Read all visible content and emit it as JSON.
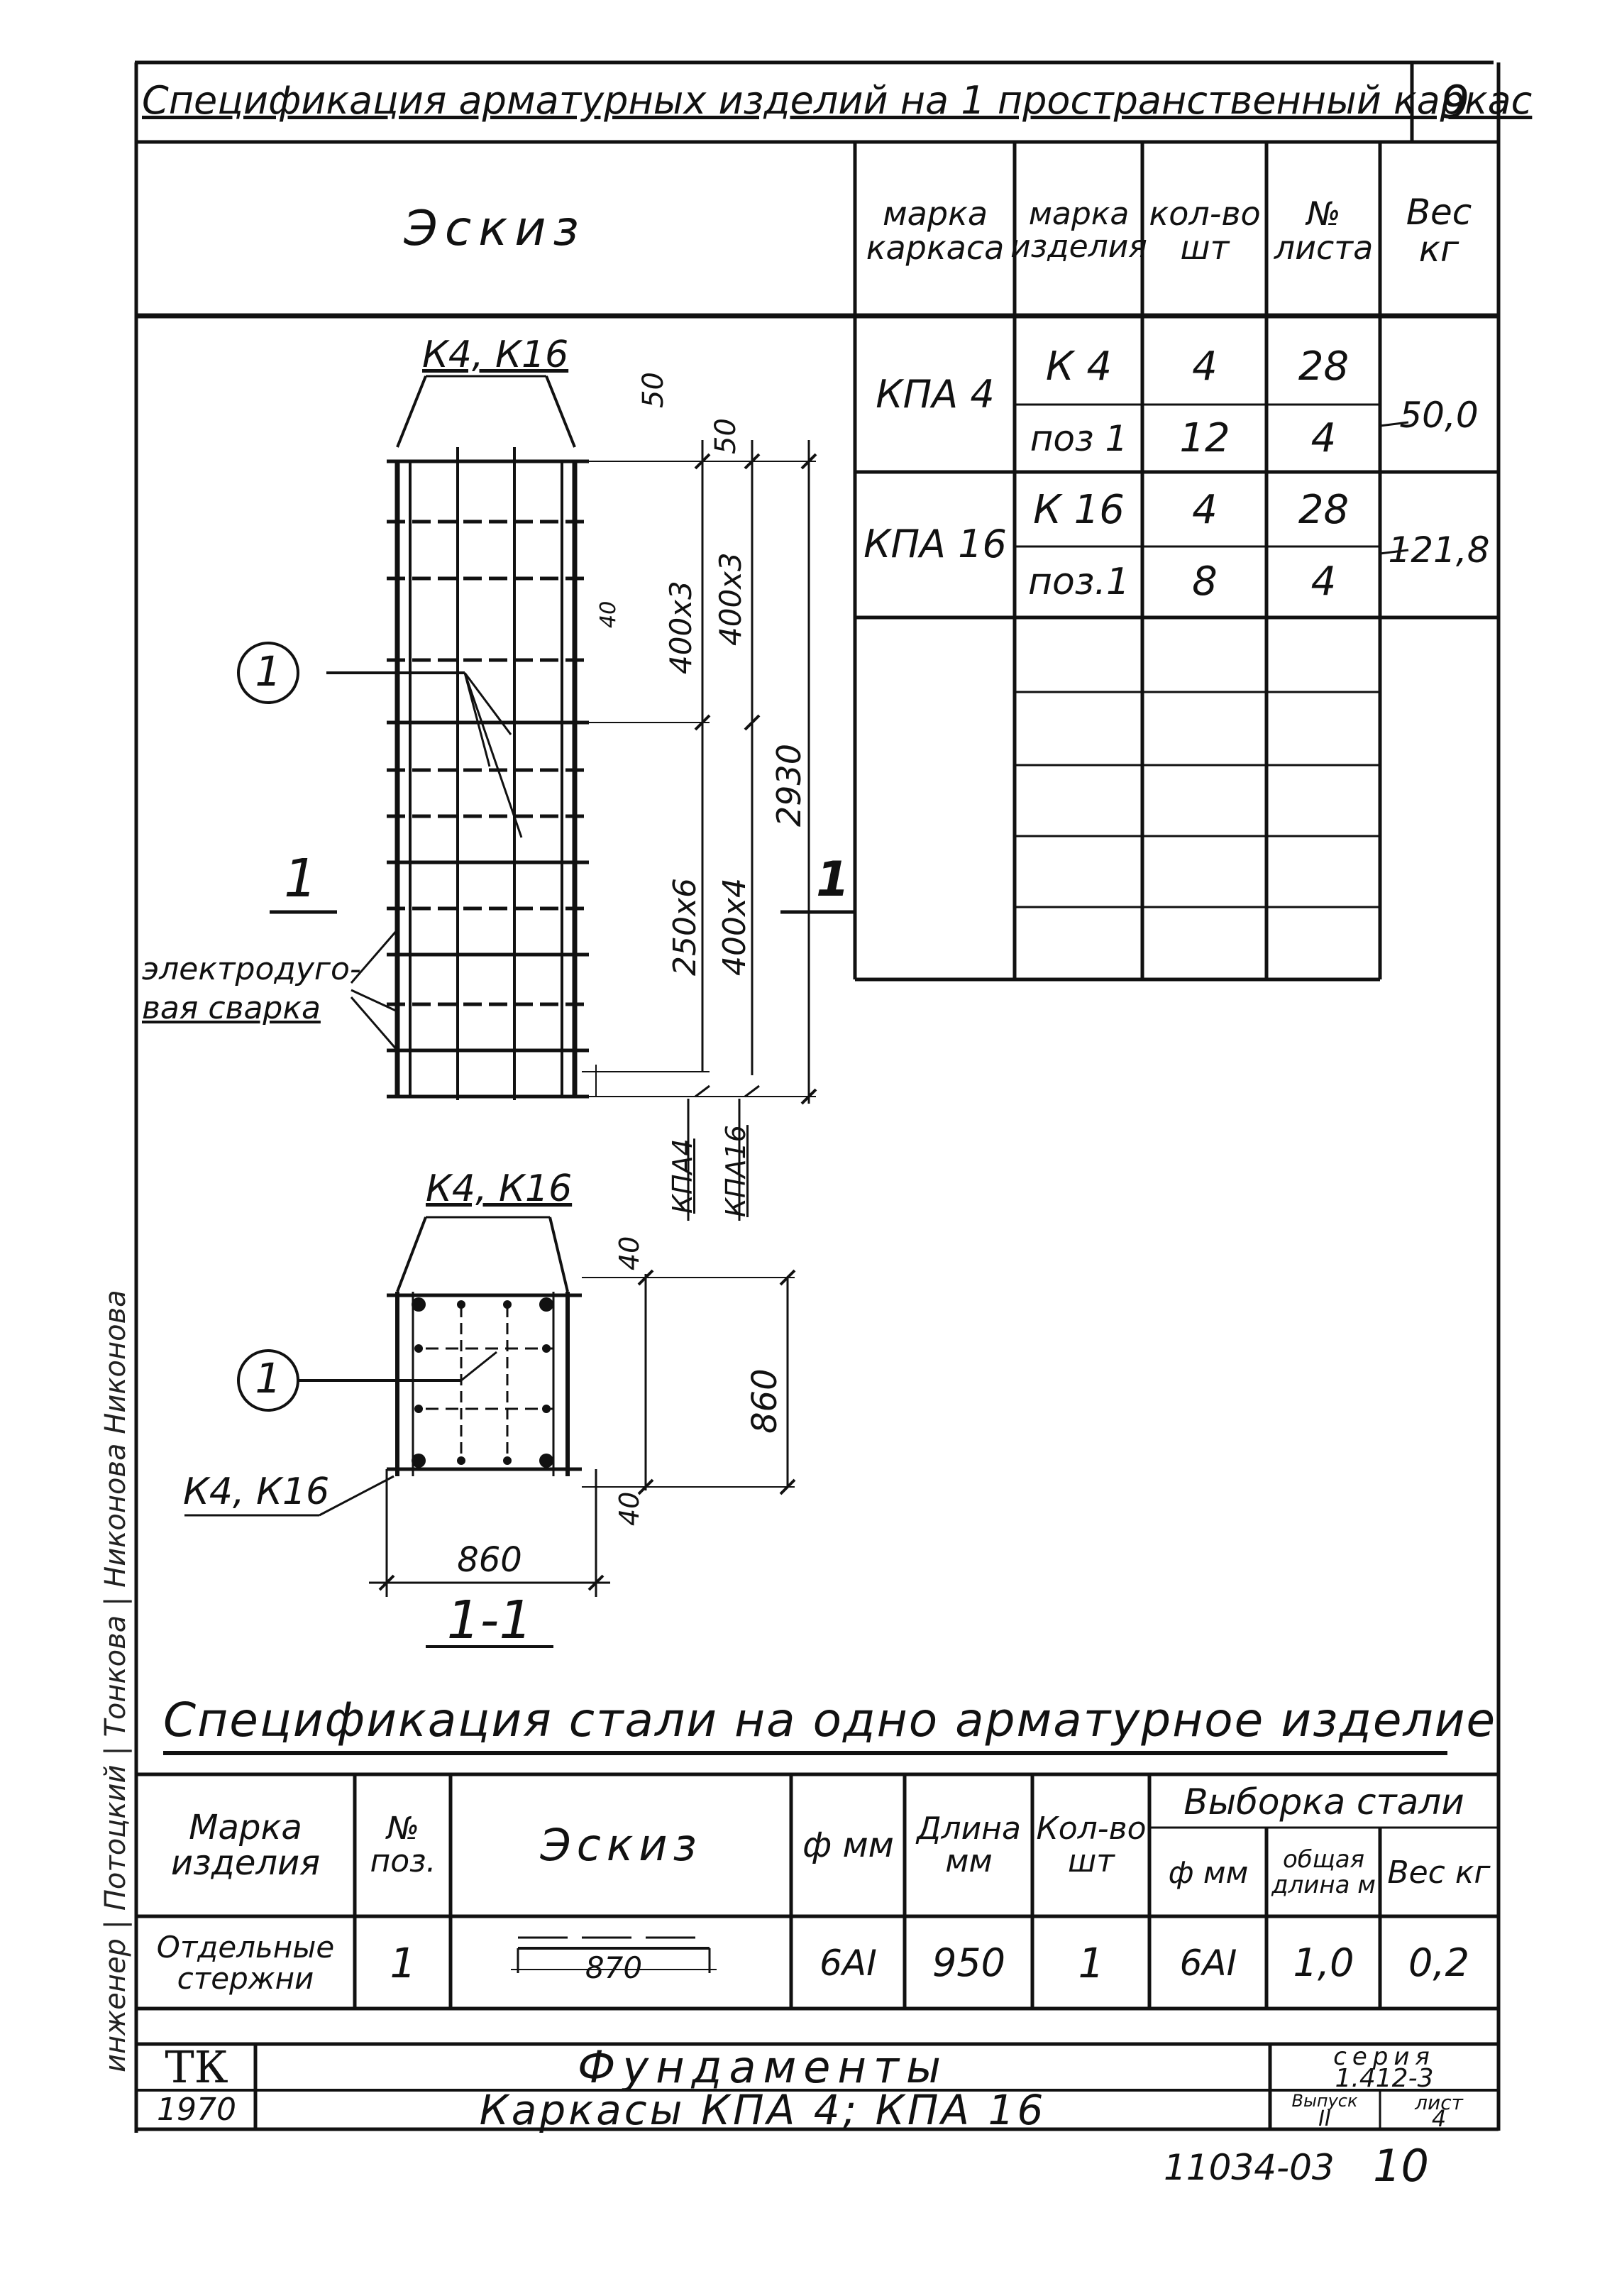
{
  "header": {
    "title": "Спецификация арматурных изделий на 1 пространственный каркас",
    "sheet_no": "9"
  },
  "spec_table": {
    "headers": {
      "sketch": "Эскиз",
      "frame_mark": "марка каркаса",
      "item_mark": "марка изделия",
      "qty": "кол-во шт",
      "sheet": "№ листа",
      "weight": "Вес кг"
    },
    "rows": [
      {
        "frame": "КПА 4",
        "items": [
          {
            "mark": "К 4",
            "qty": "4",
            "sheet": "28"
          },
          {
            "mark": "поз 1",
            "qty": "12",
            "sheet": "4"
          }
        ],
        "weight": "50,0"
      },
      {
        "frame": "КПА 16",
        "items": [
          {
            "mark": "К 16",
            "qty": "4",
            "sheet": "28"
          },
          {
            "mark": "поз.1",
            "qty": "8",
            "sheet": "4"
          }
        ],
        "weight": "121,8"
      }
    ]
  },
  "drawing": {
    "top_label": "К4, К16",
    "dim_50_a": "50",
    "dim_50_b": "50",
    "dim_400x3_a": "400х3",
    "dim_400x3_b": "400х3",
    "dim_40_small": "40",
    "dim_250x6": "250х6",
    "dim_400x4": "400х4",
    "dim_2930": "2930",
    "callout_1": "1",
    "section_mark_left": "1",
    "section_mark_right": "1",
    "weld_label_1": "электродуго-",
    "weld_label_2": "вая сварка",
    "kpa4_label": "КПА4",
    "kpa16_label": "КПА16",
    "section_top_label": "К4, К16",
    "section_bottom_label": "К4, К16",
    "section_callout_1": "1",
    "section_dim_40_top": "40",
    "section_dim_40_bottom": "40",
    "section_dim_860_v": "860",
    "section_dim_860_h": "860",
    "section_title": "1-1"
  },
  "steel_spec": {
    "title": "Спецификация стали на одно арматурное изделие",
    "headers": {
      "item_mark": "Марка изделия",
      "pos": "№ поз.",
      "sketch": "Эскиз",
      "diameter": "ф мм",
      "length": "Длина мм",
      "qty": "Кол-во шт",
      "selection": "Выборка стали",
      "sel_diameter": "ф мм",
      "sel_total_length": "общая длина м",
      "sel_weight": "Вес кг"
    },
    "row": {
      "item": "Отдельные стержни",
      "pos": "1",
      "sketch_dim": "870",
      "diameter": "6АI",
      "length": "950",
      "qty": "1",
      "sel_diameter": "6АI",
      "sel_total_length": "1,0",
      "sel_weight": "0,2"
    }
  },
  "title_block": {
    "org": "ТК",
    "year": "1970",
    "name": "Фундаменты",
    "subtitle": "Каркасы КПА 4; КПА 16",
    "series_label": "серия",
    "series_value": "1.412-3",
    "issue_label": "Выпуск",
    "issue_value": "II",
    "sheet_label": "лист",
    "sheet_value": "4"
  },
  "footer": {
    "doc_number": "11034-03",
    "page": "10"
  },
  "margin_text": "инженер | Потоцкий | Тонкова | Никонова  Никонова"
}
